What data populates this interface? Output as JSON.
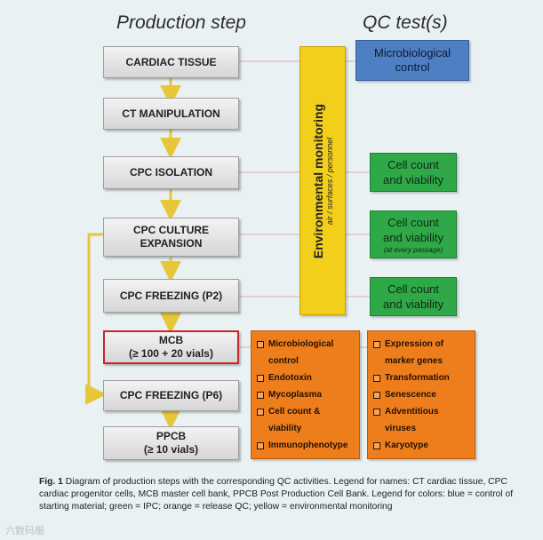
{
  "headers": {
    "production": "Production step",
    "qc": "QC test(s)"
  },
  "steps": [
    {
      "line1": "CARDIAC TISSUE"
    },
    {
      "line1": "CT MANIPULATION"
    },
    {
      "line1": "CPC ISOLATION"
    },
    {
      "line1": "CPC CULTURE",
      "line2": "EXPANSION"
    },
    {
      "line1": "CPC FREEZING (P2)"
    },
    {
      "line1": "MCB",
      "line2": "(≥ 100 + 20 vials)"
    },
    {
      "line1": "CPC FREEZING (P6)"
    },
    {
      "line1": "PPCB",
      "line2": "(≥ 10 vials)"
    }
  ],
  "environmental": {
    "title": "Environmental monitoring",
    "subtitle": "air / surfaces / personnel"
  },
  "qc_boxes": {
    "microbiological": {
      "line1": "Microbiological",
      "line2": "control"
    },
    "cell_count_1": {
      "line1": "Cell count",
      "line2": "and viability"
    },
    "cell_count_2": {
      "line1": "Cell count",
      "line2": "and viability",
      "note": "(at every passage)"
    },
    "cell_count_3": {
      "line1": "Cell count",
      "line2": "and viability"
    }
  },
  "release_left": [
    "Microbiological control",
    "Endotoxin",
    "Mycoplasma",
    "Cell count & viability",
    "Immunophenotype"
  ],
  "release_right": [
    "Expression of marker genes",
    "Transformation",
    "Senescence",
    "Adventitious viruses",
    "Karyotype"
  ],
  "caption": {
    "fig": "Fig. 1",
    "text": "Diagram of production steps with the corresponding QC activities. Legend for names: CT cardiac tissue, CPC cardiac progenitor cells, MCB master cell bank, PPCB Post Production Cell Bank. Legend for colors: blue = control of starting material; green = IPC; orange = release QC; yellow = environmental monitoring"
  },
  "watermark": "六数码服",
  "colors": {
    "blue": "#4f7fc3",
    "green": "#2fa848",
    "orange": "#ee7d1c",
    "yellow": "#f2cf1b",
    "arrow": "#e8c63a",
    "red_border": "#c9252b"
  }
}
